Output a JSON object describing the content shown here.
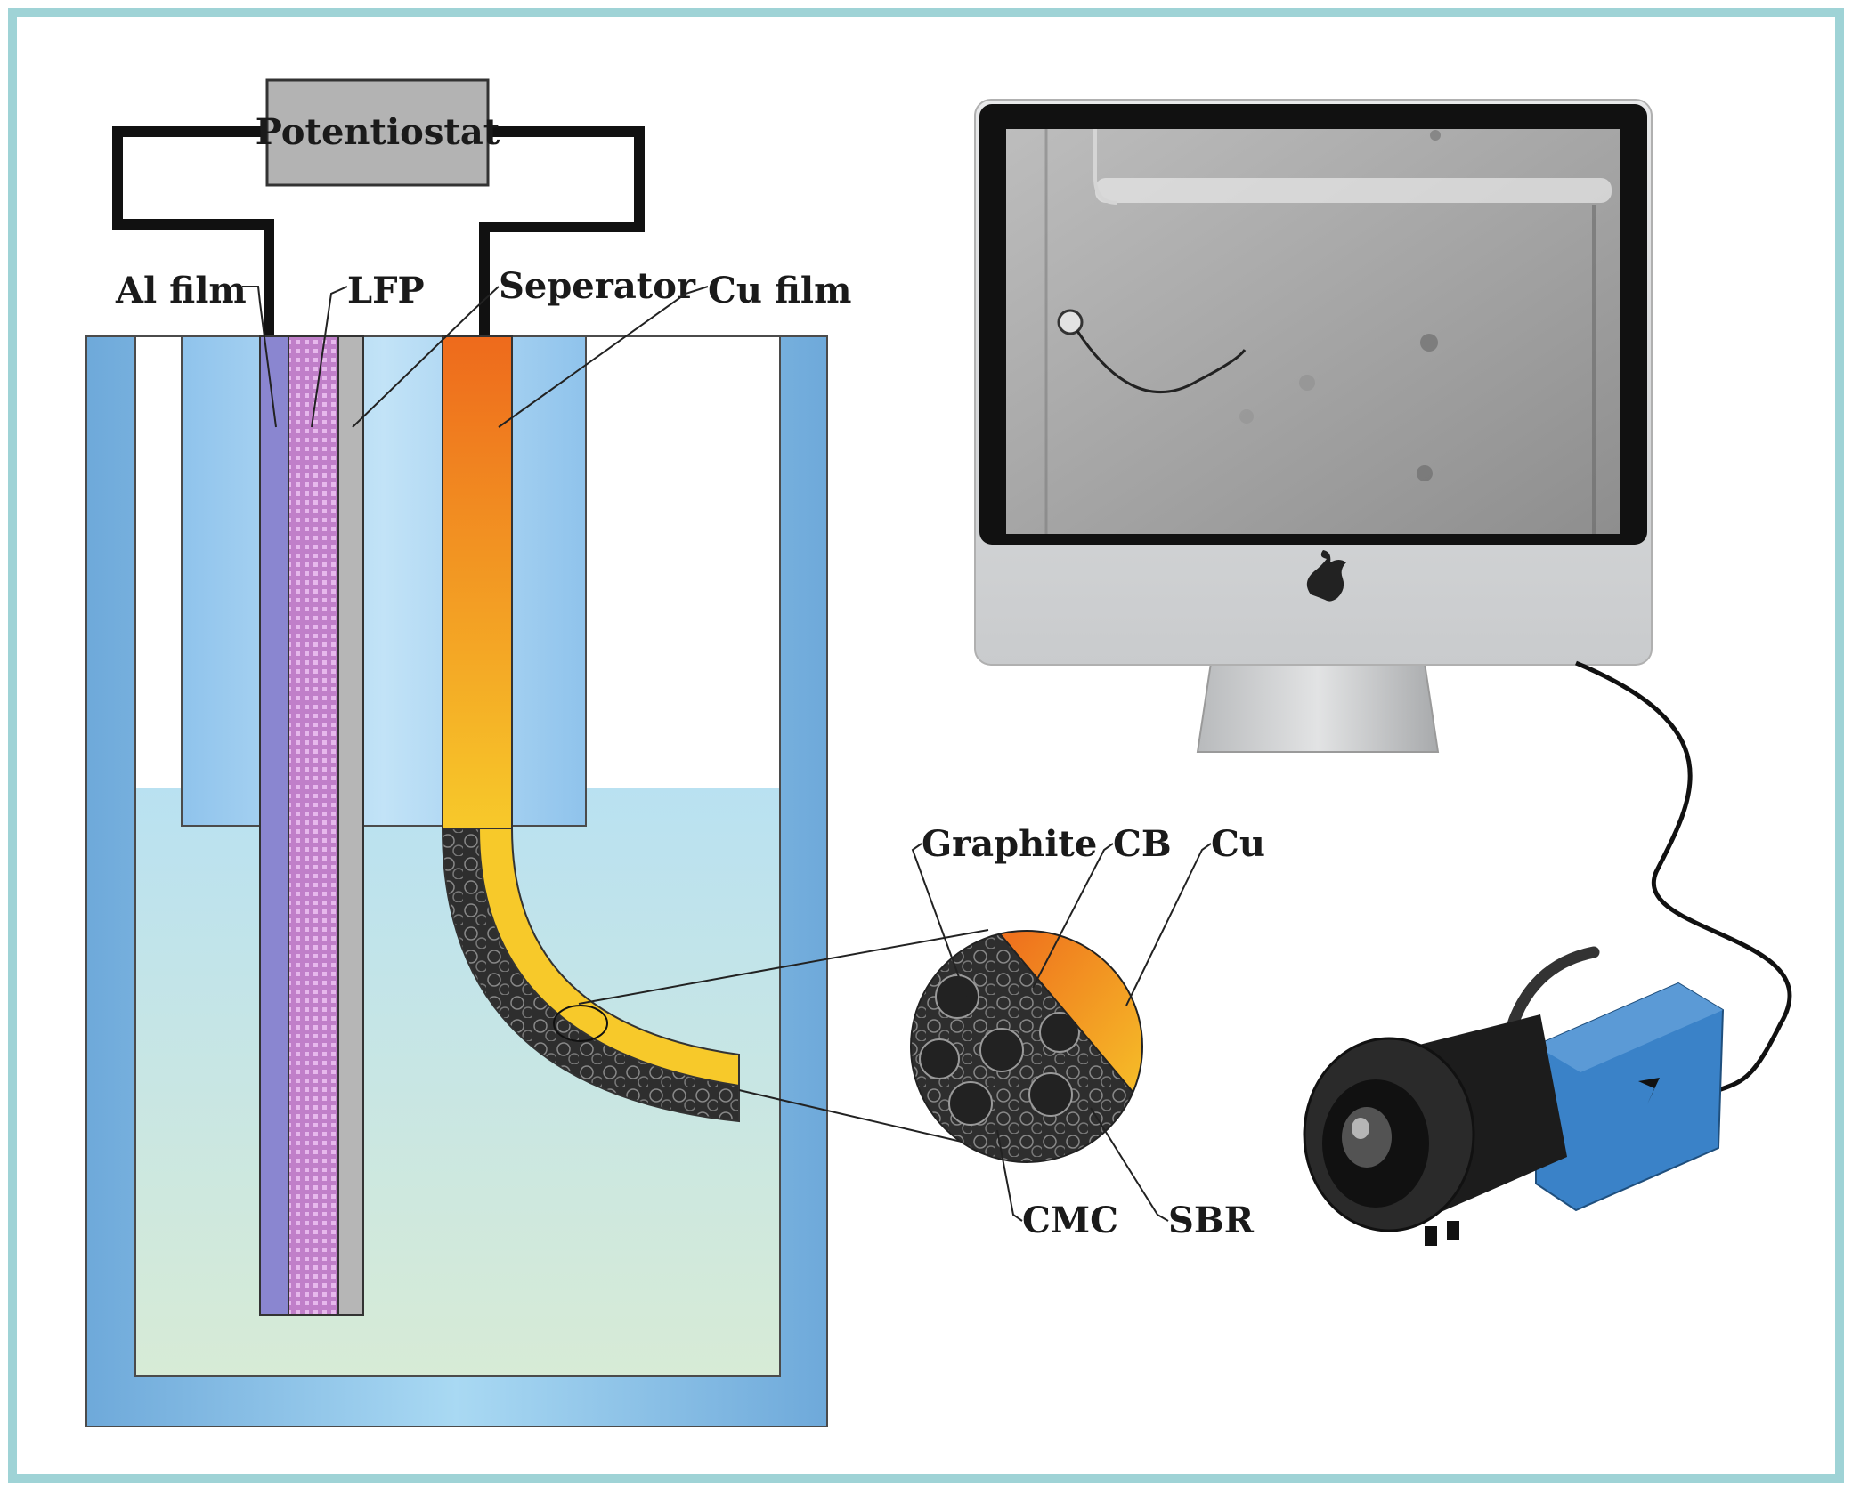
{
  "labels": {
    "potentiostat": "Potentiostat",
    "al_film": "Al film",
    "lfp": "LFP",
    "separator": "Seperator",
    "cu_film": "Cu film",
    "graphite": "Graphite",
    "cb": "CB",
    "cu": "Cu",
    "cmc": "CMC",
    "sbr": "SBR"
  },
  "colors": {
    "frame": "#9fd3d6",
    "beaker_wall": "#7fb3df",
    "holder": "#9ccbee",
    "electrolyte": "#bfe4ef",
    "al_film": "#8a86d0",
    "lfp": "#c07fc9",
    "separator": "#b6b6b6",
    "cu_top": "#ee6a1c",
    "cu_bottom": "#f7c92a",
    "coating": "#2e2e2e",
    "camera_body": "#3a82c8",
    "monitor_bezel": "#d9dadb"
  },
  "icons": {
    "monitor_logo": "apple-logo-icon",
    "camera_logo": "camera-brand-icon"
  }
}
